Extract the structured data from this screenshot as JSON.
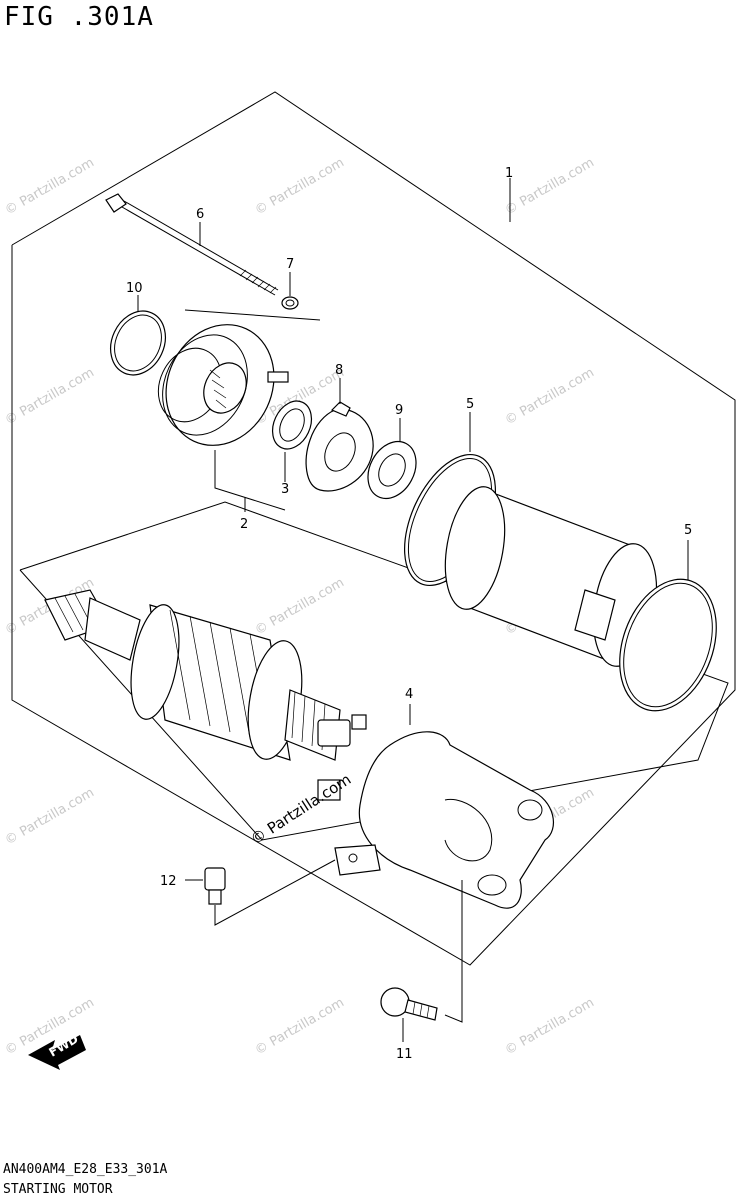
{
  "figure": {
    "title": "FIG .301A",
    "reference_code": "AN400AM4_E28_E33_301A",
    "caption": "STARTING MOTOR"
  },
  "watermark": {
    "text": "© Partzilla.com",
    "center_text": "© Partzilla.com",
    "color": "#c8c8c8"
  },
  "direction_marker": {
    "label": "FWD"
  },
  "callouts": {
    "c1": "1",
    "c2": "2",
    "c3": "3",
    "c4": "4",
    "c5a": "5",
    "c5b": "5",
    "c6": "6",
    "c7": "7",
    "c8": "8",
    "c9": "9",
    "c10": "10",
    "c11": "11",
    "c12": "12"
  }
}
